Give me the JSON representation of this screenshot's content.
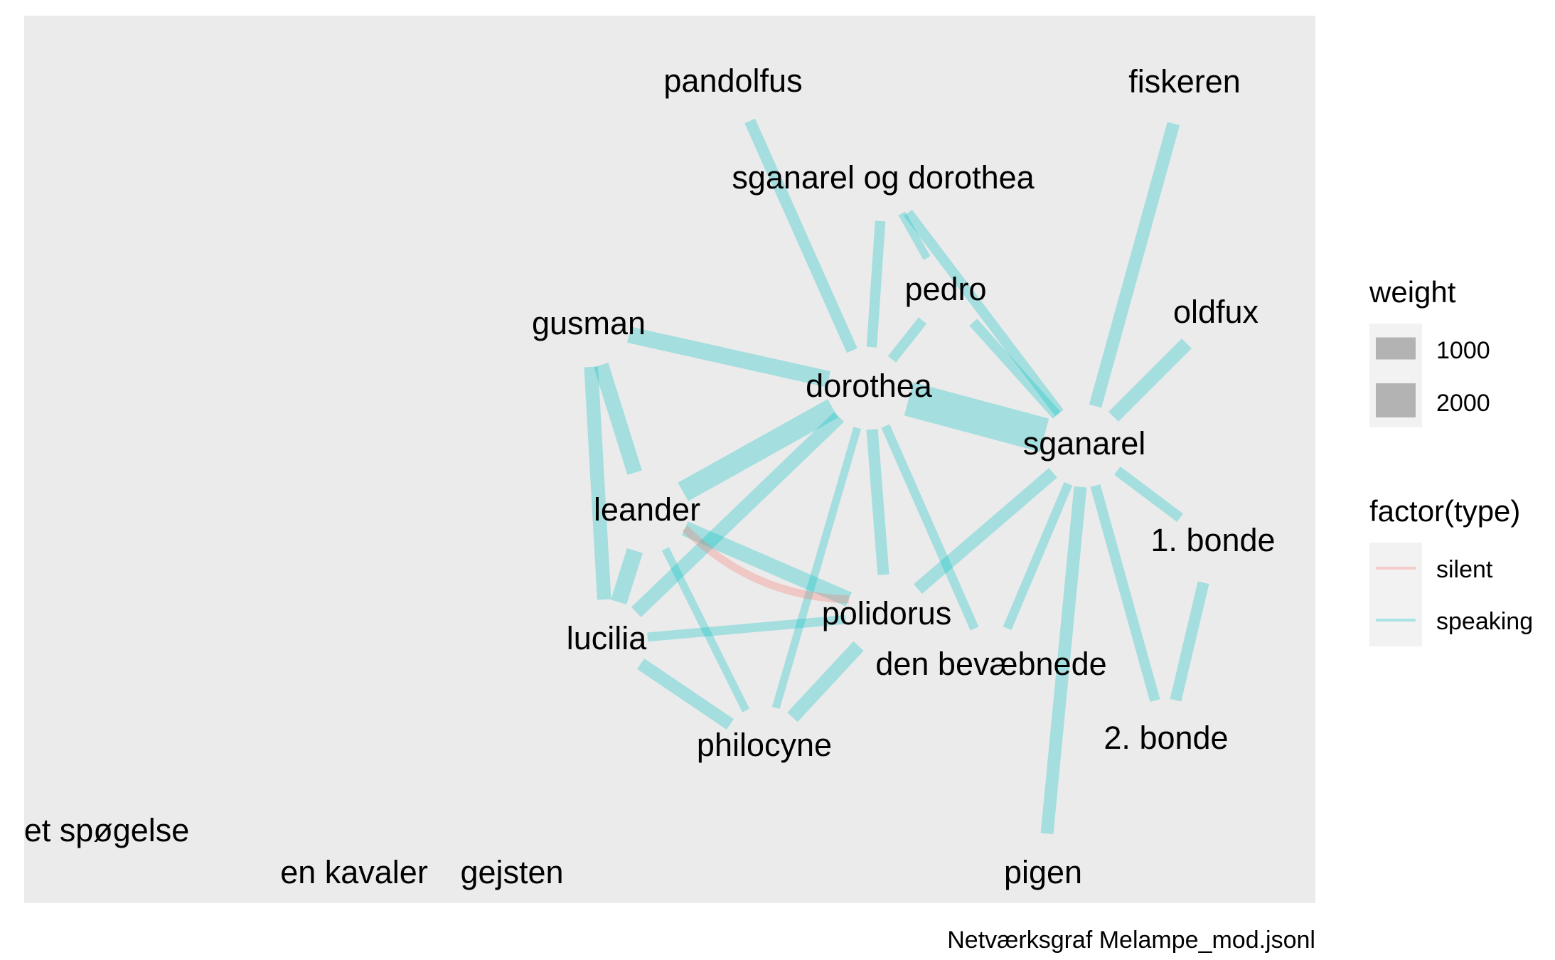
{
  "caption": "Netværksgraf Melampe_mod.jsonl",
  "colors": {
    "panel_bg": "#ebebeb",
    "legend_key_bg": "#f2f2f2",
    "legend_weight_swatch": "#b3b3b3",
    "silent": "#f8766d",
    "speaking": "#00bfc4"
  },
  "nodes": [
    {
      "id": "pandolfus",
      "label": "pandolfus"
    },
    {
      "id": "fiskeren",
      "label": "fiskeren"
    },
    {
      "id": "sganarel_og_dorothea",
      "label": "sganarel og dorothea"
    },
    {
      "id": "pedro",
      "label": "pedro"
    },
    {
      "id": "oldfux",
      "label": "oldfux"
    },
    {
      "id": "gusman",
      "label": "gusman"
    },
    {
      "id": "dorothea",
      "label": "dorothea"
    },
    {
      "id": "sganarel",
      "label": "sganarel"
    },
    {
      "id": "leander",
      "label": "leander"
    },
    {
      "id": "bonde1",
      "label": "1. bonde"
    },
    {
      "id": "polidorus",
      "label": "polidorus"
    },
    {
      "id": "lucilia",
      "label": "lucilia"
    },
    {
      "id": "den_bevaebnede",
      "label": "den bevæbnede"
    },
    {
      "id": "bonde2",
      "label": "2. bonde"
    },
    {
      "id": "philocyne",
      "label": "philocyne"
    },
    {
      "id": "et_spogelse",
      "label": "et spøgelse"
    },
    {
      "id": "en_kavaler",
      "label": "en kavaler"
    },
    {
      "id": "gejsten",
      "label": "gejsten"
    },
    {
      "id": "pigen",
      "label": "pigen"
    }
  ],
  "edges": [
    {
      "source": "pandolfus",
      "target": "dorothea",
      "type": "speaking",
      "weight": 600
    },
    {
      "source": "sganarel_og_dorothea",
      "target": "dorothea",
      "type": "speaking",
      "weight": 500
    },
    {
      "source": "sganarel_og_dorothea",
      "target": "sganarel",
      "type": "speaking",
      "weight": 500
    },
    {
      "source": "sganarel_og_dorothea",
      "target": "pedro",
      "type": "speaking",
      "weight": 300
    },
    {
      "source": "fiskeren",
      "target": "sganarel",
      "type": "speaking",
      "weight": 700
    },
    {
      "source": "pedro",
      "target": "dorothea",
      "type": "speaking",
      "weight": 500
    },
    {
      "source": "pedro",
      "target": "sganarel",
      "type": "speaking",
      "weight": 500
    },
    {
      "source": "oldfux",
      "target": "sganarel",
      "type": "speaking",
      "weight": 800
    },
    {
      "source": "gusman",
      "target": "dorothea",
      "type": "speaking",
      "weight": 1000
    },
    {
      "source": "gusman",
      "target": "leander",
      "type": "speaking",
      "weight": 900
    },
    {
      "source": "gusman",
      "target": "lucilia",
      "type": "speaking",
      "weight": 800
    },
    {
      "source": "dorothea",
      "target": "sganarel",
      "type": "speaking",
      "weight": 2500
    },
    {
      "source": "dorothea",
      "target": "leander",
      "type": "speaking",
      "weight": 1400
    },
    {
      "source": "dorothea",
      "target": "lucilia",
      "type": "speaking",
      "weight": 800
    },
    {
      "source": "dorothea",
      "target": "polidorus",
      "type": "speaking",
      "weight": 600
    },
    {
      "source": "dorothea",
      "target": "philocyne",
      "type": "speaking",
      "weight": 300
    },
    {
      "source": "dorothea",
      "target": "den_bevaebnede",
      "type": "speaking",
      "weight": 400
    },
    {
      "source": "sganarel",
      "target": "polidorus",
      "type": "speaking",
      "weight": 700
    },
    {
      "source": "sganarel",
      "target": "den_bevaebnede",
      "type": "speaking",
      "weight": 400
    },
    {
      "source": "sganarel",
      "target": "bonde2",
      "type": "speaking",
      "weight": 500
    },
    {
      "source": "sganarel",
      "target": "pigen",
      "type": "speaking",
      "weight": 700
    },
    {
      "source": "sganarel",
      "target": "bonde1",
      "type": "speaking",
      "weight": 500
    },
    {
      "source": "bonde1",
      "target": "bonde2",
      "type": "speaking",
      "weight": 600
    },
    {
      "source": "leander",
      "target": "polidorus",
      "type": "speaking",
      "weight": 900
    },
    {
      "source": "leander",
      "target": "polidorus",
      "type": "silent",
      "weight": 300
    },
    {
      "source": "leander",
      "target": "lucilia",
      "type": "speaking",
      "weight": 1000
    },
    {
      "source": "leander",
      "target": "philocyne",
      "type": "speaking",
      "weight": 300
    },
    {
      "source": "lucilia",
      "target": "philocyne",
      "type": "speaking",
      "weight": 700
    },
    {
      "source": "philocyne",
      "target": "polidorus",
      "type": "speaking",
      "weight": 800
    },
    {
      "source": "lucilia",
      "target": "polidorus",
      "type": "speaking",
      "weight": 400
    }
  ],
  "legend": {
    "weight": {
      "title": "weight",
      "entries": [
        {
          "label": "1000",
          "weight": 1000
        },
        {
          "label": "2000",
          "weight": 2000
        }
      ]
    },
    "type": {
      "title": "factor(type)",
      "entries": [
        {
          "label": "silent",
          "type": "silent"
        },
        {
          "label": "speaking",
          "type": "speaking"
        }
      ]
    }
  }
}
